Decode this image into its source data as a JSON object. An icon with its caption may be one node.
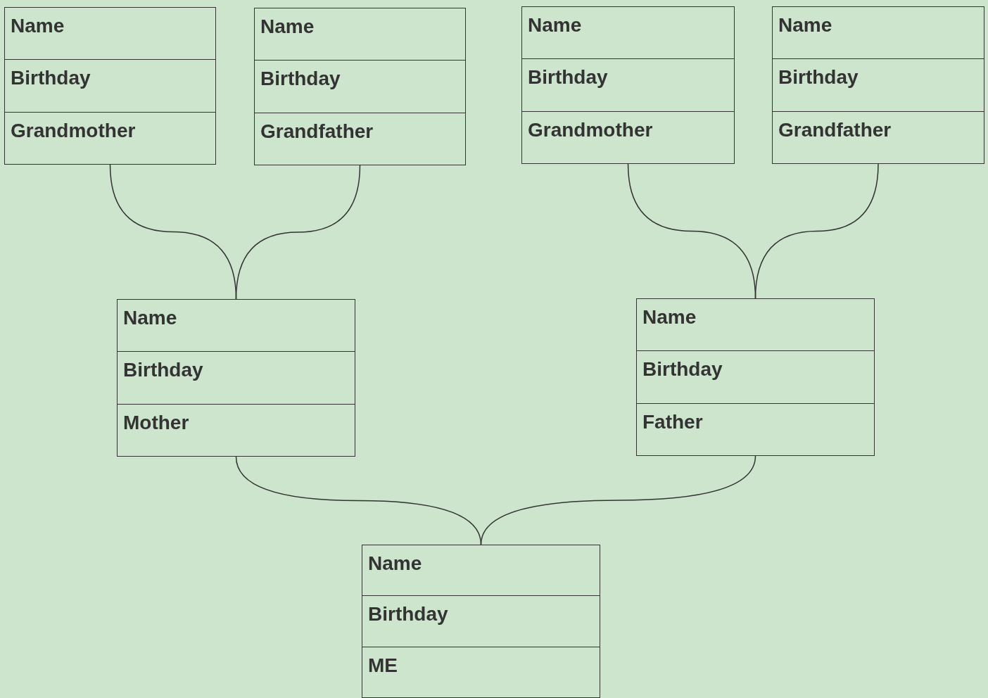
{
  "diagram": {
    "nodes": [
      {
        "text": [
          "Name",
          "Birthday",
          "Grandmother"
        ]
      },
      {
        "text": [
          "Name",
          "Birthday",
          "Grandfather"
        ]
      },
      {
        "text": [
          "Name",
          "Birthday",
          "Grandmother"
        ]
      },
      {
        "text": [
          "Name",
          "Birthday",
          "Grandfather"
        ]
      },
      {
        "text": [
          "Name",
          "Birthday",
          "Mother"
        ]
      },
      {
        "text": [
          "Name",
          "Birthday",
          "Father"
        ]
      },
      {
        "text": [
          "Name",
          "Birthday",
          "ME"
        ]
      }
    ],
    "edges": [
      {
        "from": 0,
        "to": 4,
        "arrow": "none"
      },
      {
        "from": 1,
        "to": 4,
        "arrow": "none"
      },
      {
        "from": 2,
        "to": 5,
        "arrow": "none"
      },
      {
        "from": 3,
        "to": 5,
        "arrow": "none"
      },
      {
        "from": 4,
        "to": 6,
        "arrow": "none"
      },
      {
        "from": 5,
        "to": 6,
        "arrow": "none"
      }
    ]
  }
}
